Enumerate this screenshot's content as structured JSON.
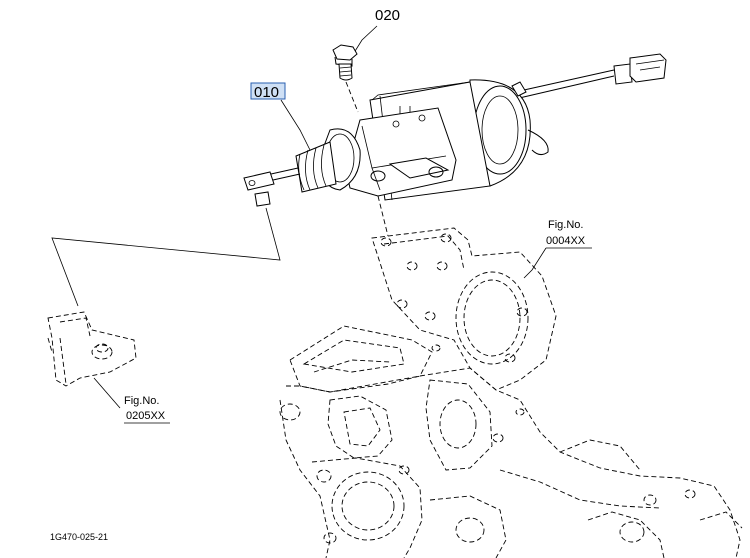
{
  "diagram": {
    "callouts": [
      {
        "label": "020"
      },
      {
        "label": "010",
        "selected": true
      }
    ],
    "figure_refs": [
      {
        "line1": "Fig.No.",
        "line2": "0004XX"
      },
      {
        "line1": "Fig.No.",
        "line2": "0205XX"
      }
    ],
    "drawing_code": "1G470-025-21",
    "colors": {
      "line": "#000000",
      "highlight_fill": "#cfe0f5",
      "highlight_border": "#2a5fb0",
      "background": "#ffffff"
    },
    "icons": [
      "bolt",
      "solenoid-actuator",
      "boot",
      "connector",
      "lever-bracket",
      "gear-case-housing"
    ]
  }
}
